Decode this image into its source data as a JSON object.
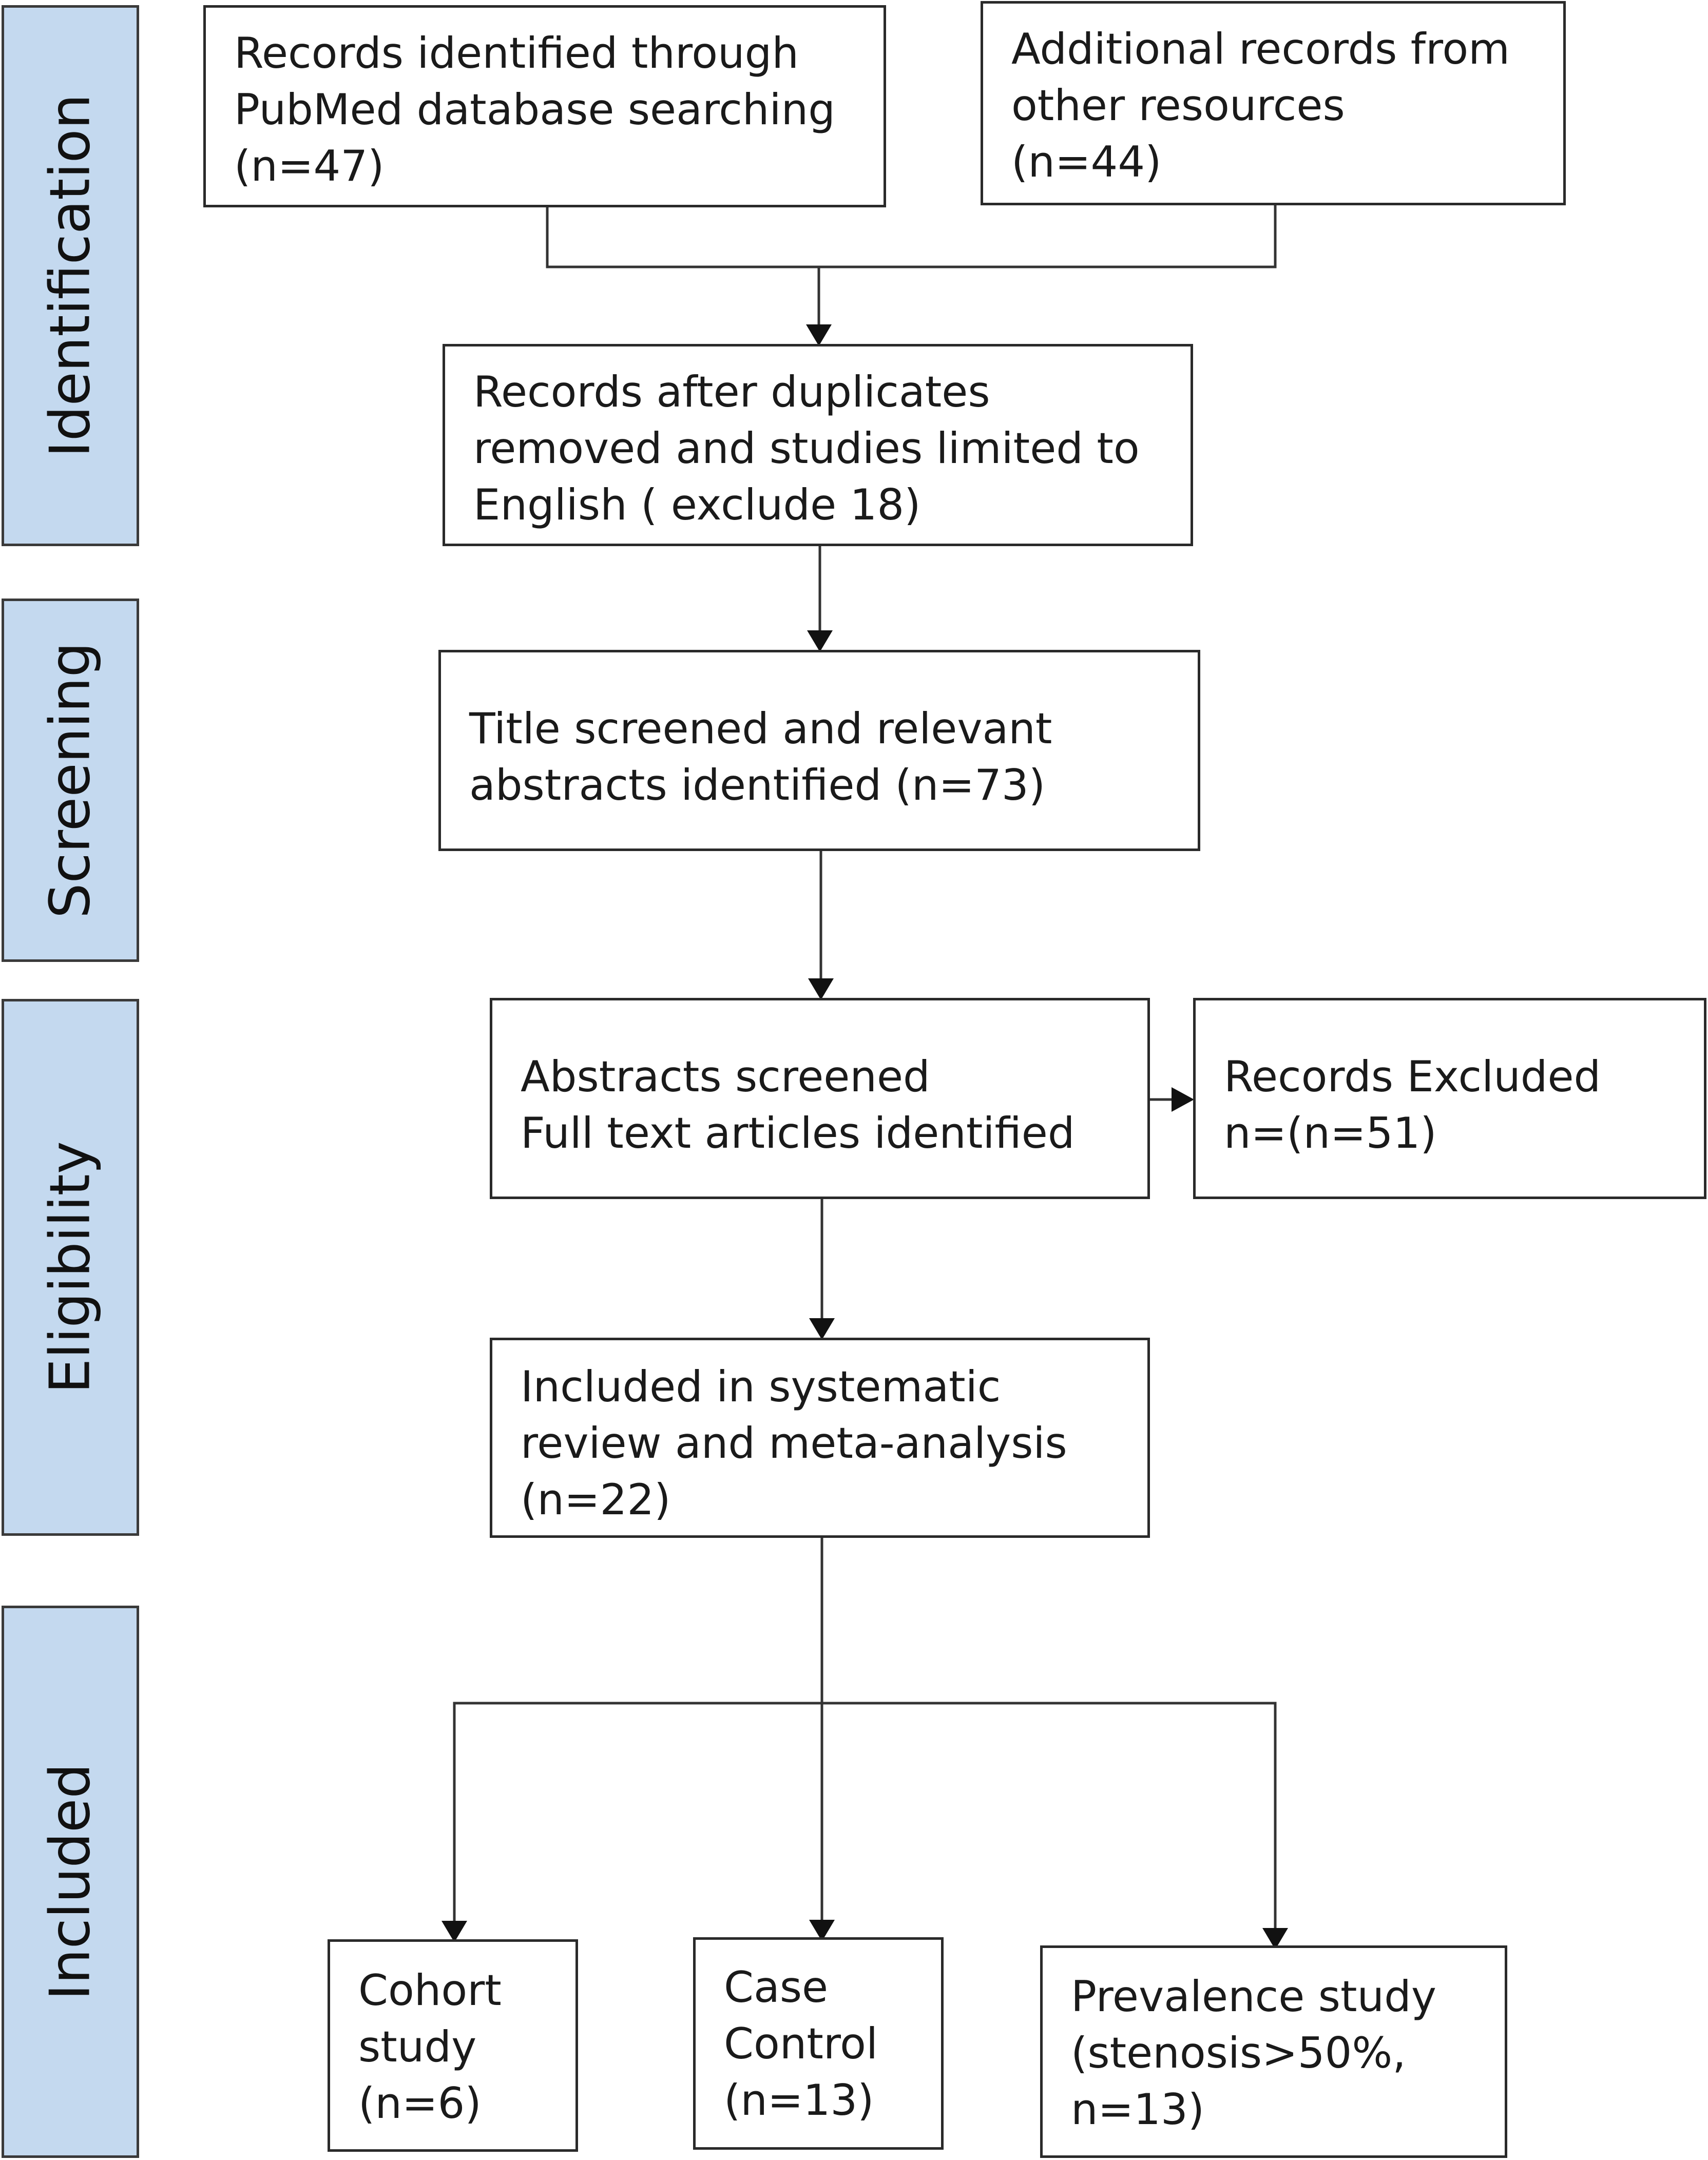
{
  "phases": {
    "identification": "Identification",
    "screening": "Screening",
    "eligibility": "Eligibility",
    "included": "Included"
  },
  "boxes": {
    "pubmed": {
      "line1": "Records identified through",
      "line2": "PubMed database searching",
      "line3": "(n=47)"
    },
    "additional": {
      "line1": "Additional records from",
      "line2": "other resources",
      "line3": "(n=44)"
    },
    "duplicates": {
      "line1": "Records after duplicates",
      "line2": "removed and studies limited to",
      "line3": "English ( exclude 18)"
    },
    "title_screened": {
      "line1": "Title screened and relevant",
      "line2": "abstracts identified (n=73)"
    },
    "abstracts": {
      "line1": "Abstracts screened",
      "line2": "Full text articles identified"
    },
    "excluded": {
      "line1": "Records Excluded",
      "line2": "n=(n=51)"
    },
    "included_review": {
      "line1": "Included in systematic",
      "line2": "review and meta-analysis",
      "line3": "(n=22)"
    },
    "cohort": {
      "line1": "Cohort",
      "line2": "study",
      "line3": "(n=6)"
    },
    "case_control": {
      "line1": "Case",
      "line2": "Control",
      "line3": "(n=13)"
    },
    "prevalence": {
      "line1": "Prevalence study",
      "line2": "(stenosis>50%,",
      "line3": "n=13)"
    }
  }
}
